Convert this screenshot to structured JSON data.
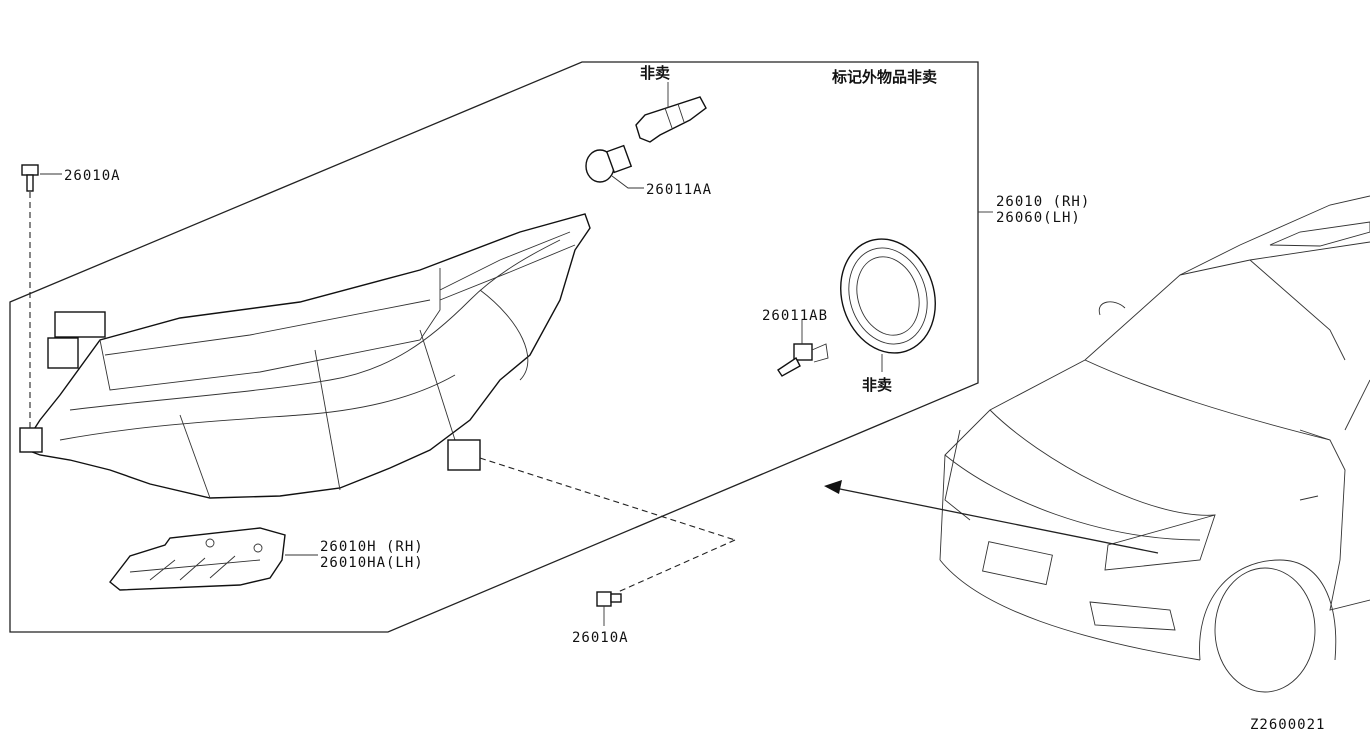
{
  "legend_note": "标记外物品非卖",
  "not_for_sale": "非卖",
  "parts": {
    "screw_top": "26010A",
    "bulb_small": "26011AA",
    "bulb_h": "26011AB",
    "headlamp_rh": "26010 (RH)",
    "headlamp_lh": "26060(LH)",
    "bracket_rh": "26010H (RH)",
    "bracket_lh": "26010HA(LH)",
    "screw_bottom": "26010A"
  },
  "diagram_code": "Z2600021"
}
